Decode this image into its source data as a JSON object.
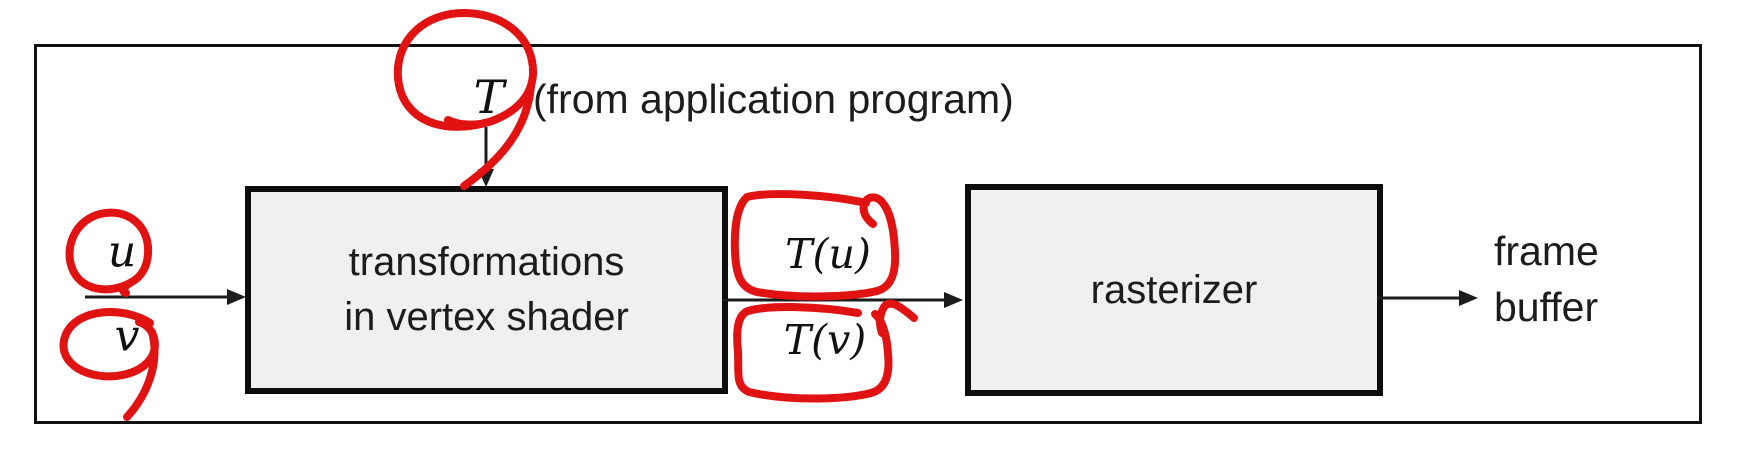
{
  "colors": {
    "annotation_red": "#e01212",
    "box_fill": "#f0f0f0",
    "ink": "#1c1c1c",
    "border": "#111111",
    "background": "#ffffff"
  },
  "title": {
    "symbol": "T",
    "note": "(from application program)"
  },
  "inputs": {
    "u": "u",
    "v": "v"
  },
  "boxes": {
    "vertex_shader": {
      "line1": "transformations",
      "line2": "in vertex shader"
    },
    "rasterizer": {
      "label": "rasterizer"
    }
  },
  "intermediates": {
    "tu": "T(u)",
    "tv": "T(v)"
  },
  "output": {
    "line1": "frame",
    "line2": "buffer"
  },
  "annotations": {
    "red_circled_items": [
      "T",
      "u",
      "v",
      "T(u)",
      "T(v)"
    ]
  }
}
